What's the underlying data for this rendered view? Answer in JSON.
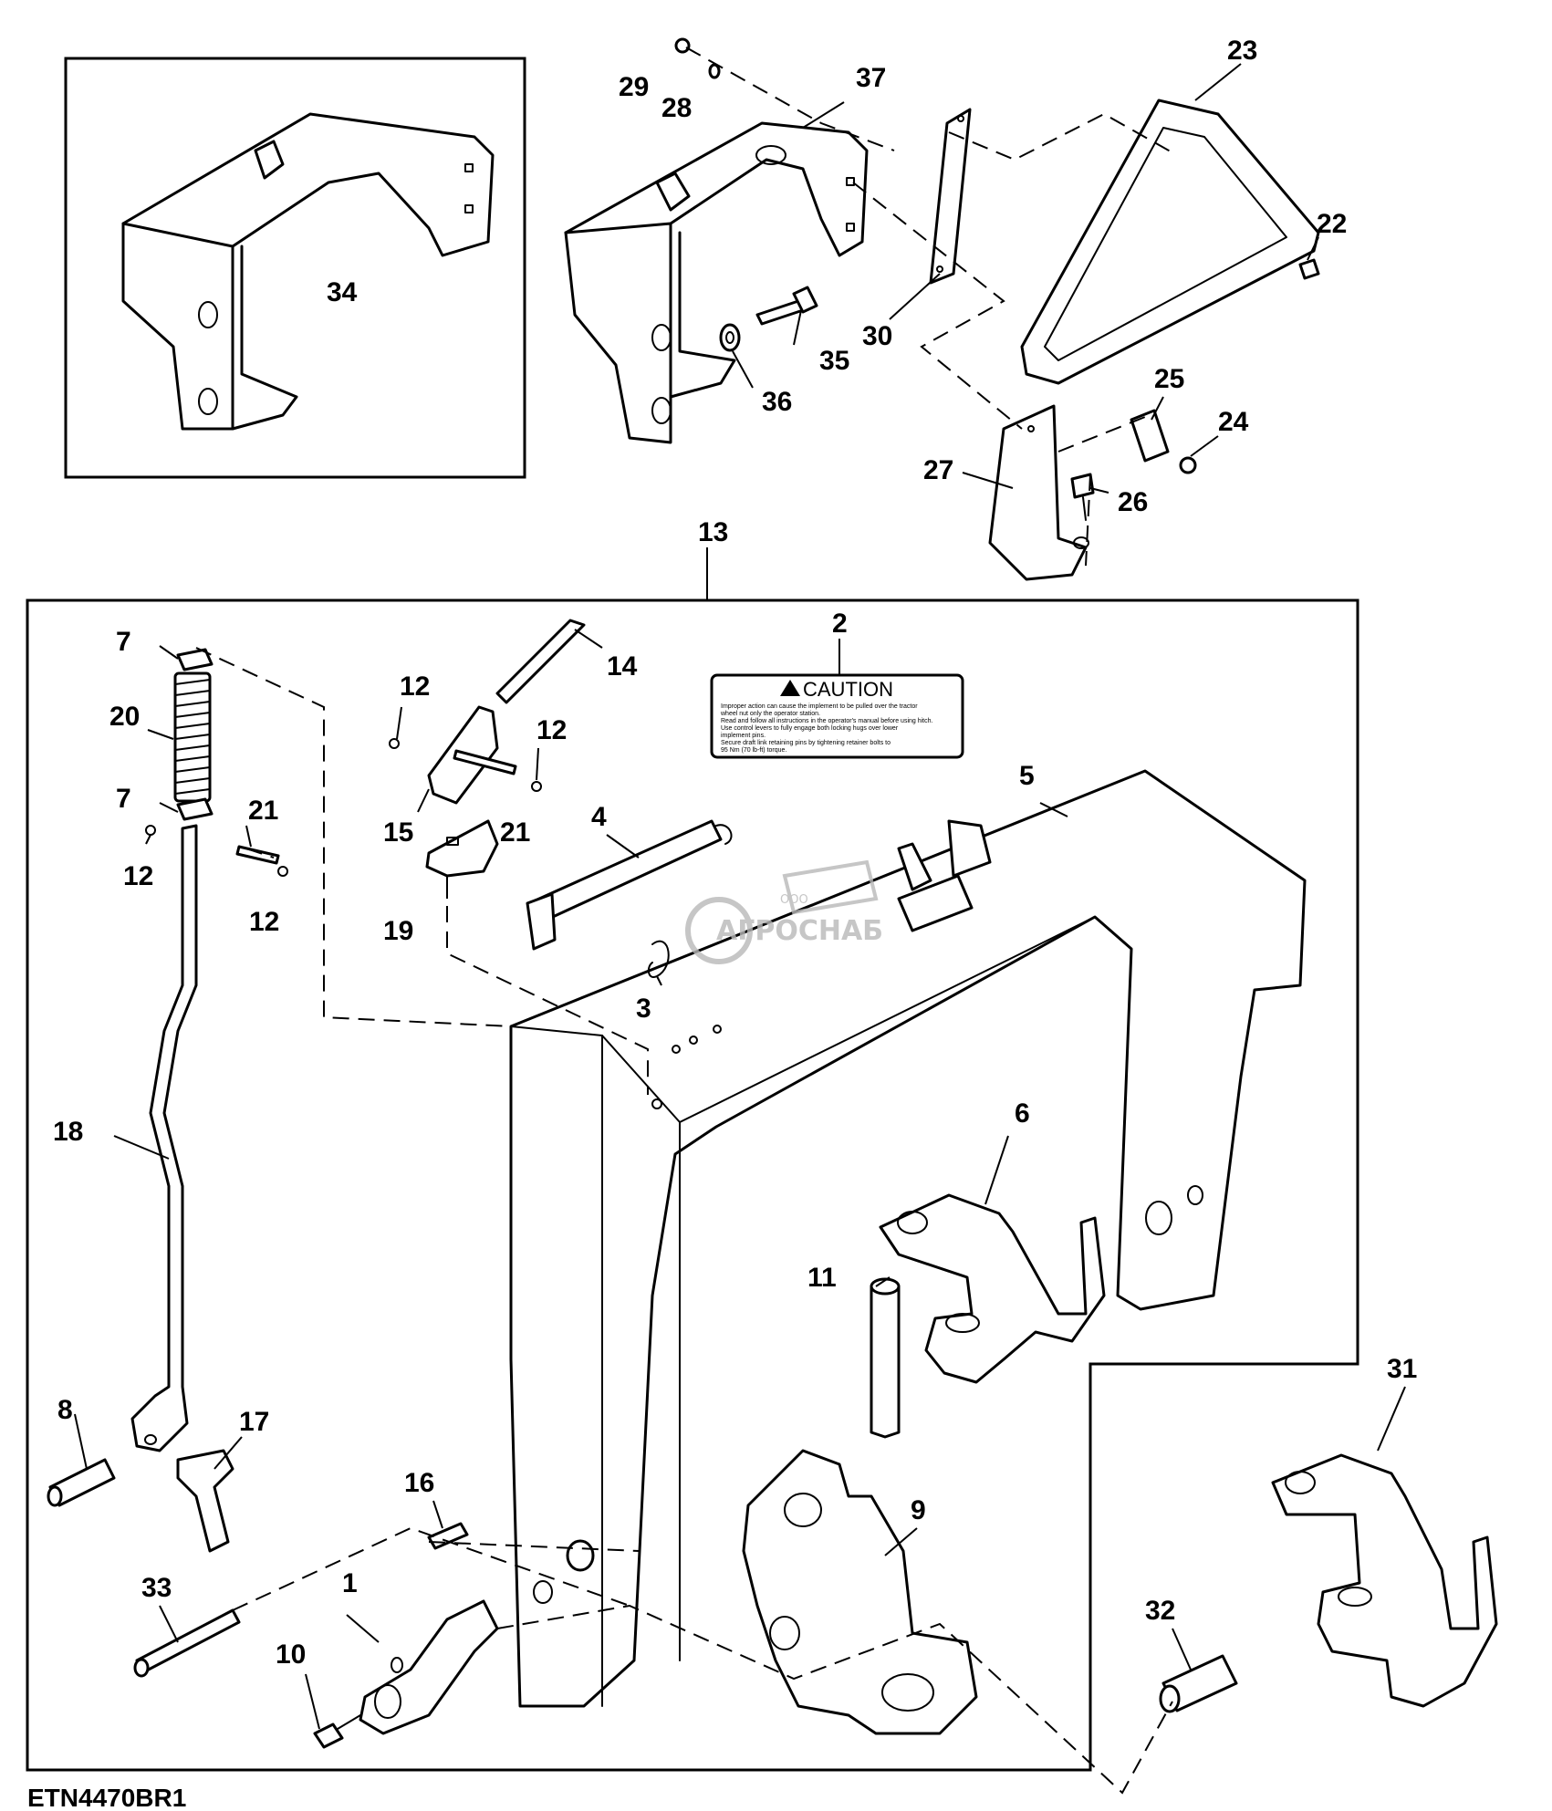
{
  "figure_code": "ETN4470BR1",
  "caution_label": {
    "title": "CAUTION",
    "body_lines": [
      "Improper action can cause the implement to be pulled over the tractor",
      "wheel nut only the operator station.",
      "Read and follow all instructions in the operator's manual before using hitch.",
      "Use control levers to fully engage both locking hugs over lower",
      "implement pins.",
      "Secure draft link retaining pins by tightening retainer bolts to",
      "95 Nm (70 lb-ft) torque."
    ]
  },
  "watermark": {
    "brand": "АГРОСНАБ",
    "prefix": "ООО"
  },
  "callouts": {
    "c1": "1",
    "c2": "2",
    "c3": "3",
    "c4": "4",
    "c5": "5",
    "c6": "6",
    "c7a": "7",
    "c7b": "7",
    "c8": "8",
    "c9": "9",
    "c10": "10",
    "c11": "11",
    "c12a": "12",
    "c12b": "12",
    "c12c": "12",
    "c12d": "12",
    "c13": "13",
    "c14": "14",
    "c15": "15",
    "c16": "16",
    "c17": "17",
    "c18": "18",
    "c19": "19",
    "c20": "20",
    "c21a": "21",
    "c21b": "21",
    "c22": "22",
    "c23": "23",
    "c24": "24",
    "c25": "25",
    "c26": "26",
    "c27": "27",
    "c28": "28",
    "c29": "29",
    "c30": "30",
    "c31": "31",
    "c32": "32",
    "c33": "33",
    "c34": "34",
    "c35": "35",
    "c36": "36",
    "c37": "37"
  }
}
